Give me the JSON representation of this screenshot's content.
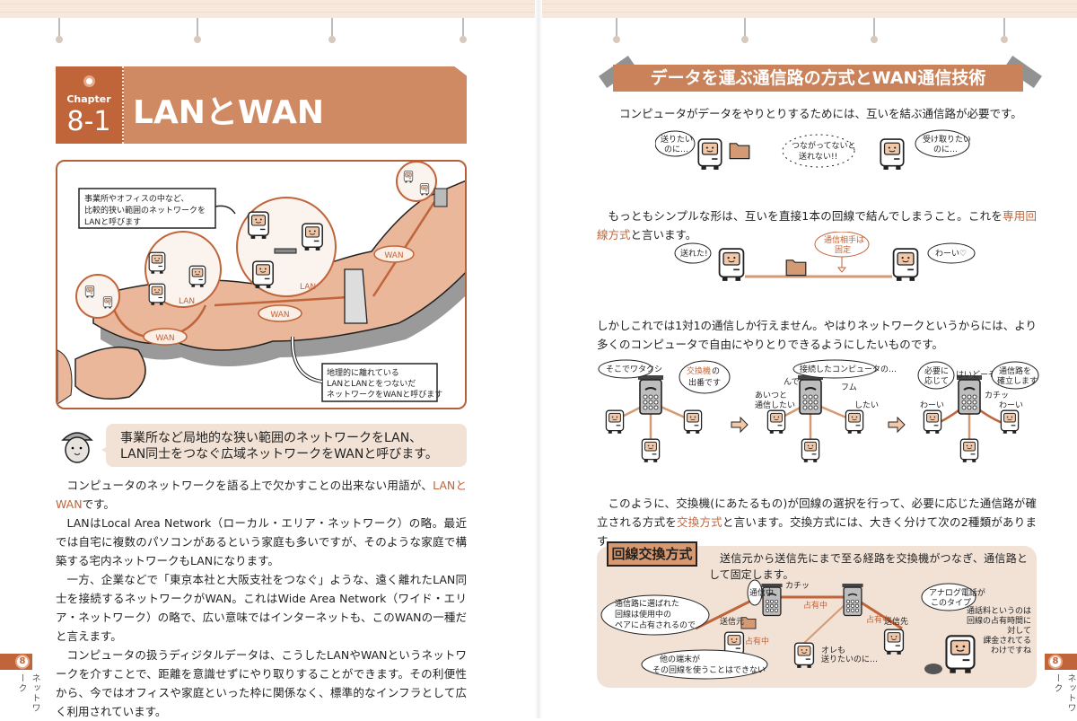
{
  "left_page": {
    "chapter_label": "Chapter",
    "chapter_number": "8-1",
    "title": "LANとWAN",
    "illustration": {
      "callout_lan": [
        "事業所やオフィスの中など、",
        "比較的狭い範囲のネットワークを",
        "LANと呼びます"
      ],
      "callout_wan": [
        "地理的に離れている",
        "LANとLANとをつないだ",
        "ネットワークをWANと呼びます"
      ],
      "lan_label": "LAN",
      "wan_label": "WAN"
    },
    "note": {
      "line1": "事業所など局地的な狭い範囲のネットワークをLAN、",
      "line2": "LAN同士をつなぐ広域ネットワークをWANと呼びます。"
    },
    "body": {
      "p1_pre": "コンピュータのネットワークを語る上で欠かすことの出来ない用語が、",
      "p1_lan": "LAN",
      "p1_to": "と",
      "p1_wan": "WAN",
      "p1_post": "です。",
      "p2": "LANはLocal Area Network（ローカル・エリア・ネットワーク）の略。最近では自宅に複数のパソコンがあるという家庭も多いですが、そのような家庭で構築する宅内ネットワークもLANになります。",
      "p3": "一方、企業などで「東京本社と大阪支社をつなぐ」ような、遠く離れたLAN同士を接続するネットワークがWAN。これはWide Area Network（ワイド・エリア・ネットワーク）の略で、広い意味ではインターネットも、このWANの一種だと言えます。",
      "p4": "コンピュータの扱うディジタルデータは、こうしたLANやWANというネットワークを介すことで、距離を意識せずにやり取りすることができます。その利便性から、今ではオフィスや家庭といった枠に関係なく、標準的なインフラとして広く利用されています。"
    },
    "side_tab": {
      "number": "8",
      "label": "ネットワーク"
    }
  },
  "right_page": {
    "section_title": "データを運ぶ通信路の方式とWAN通信技術",
    "p1": "コンピュータがデータをやりとりするためには、互いを結ぶ通信路が必要です。",
    "fig1": {
      "left": [
        "送りたい",
        "のに…"
      ],
      "mid": [
        "つながってないと",
        "送れない!!"
      ],
      "right": [
        "受け取りたい",
        "のに…"
      ]
    },
    "p2_pre": "もっともシンプルな形は、互いを直接1本の回線で結んでしまうこと。これを",
    "p2_hl": "専用回線方式",
    "p2_post": "と言います。",
    "fig2": {
      "left": "送れた!",
      "mid": [
        "通信相手は",
        "固定"
      ],
      "right": "わーい♡"
    },
    "p3": "しかしこれでは1対1の通信しか行えません。やはりネットワークというからには、より多くのコンピュータで自由にやりとりできるようにしたいものです。",
    "fig3": {
      "a1": "そこでワタクシ",
      "a2_hl": "交換機",
      "a2": "の",
      "a3": "出番です",
      "b1": "接続したコンピュータの…",
      "b2": "んで",
      "b3": "フム",
      "b4": [
        "あいつと",
        "通信したい"
      ],
      "b5": "したい",
      "c1": [
        "必要に",
        "応じて"
      ],
      "c2": "はいどーぞ",
      "c3": [
        "通信路を",
        "確立します"
      ],
      "c4": "カチッ",
      "c5": "わーい",
      "c6": "わーい"
    },
    "p4_pre": "このように、交換機(にあたるもの)が回線の選択を行って、必要に応じた通信路が確立される方式を",
    "p4_hl": "交換方式",
    "p4_post": "と言います。交換方式には、大きく分けて次の2種類があります。",
    "circuit": {
      "label": "回線交換方式",
      "desc": "送信元から送信先にまで至る経路を交換機がつなぎ、通信路として固定します。",
      "fig": {
        "bubble1": [
          "通信路に選ばれた",
          "回線は使用中の",
          "ペアに占有されるので"
        ],
        "bubble2": [
          "他の端末が",
          "その回線を使うことはできない"
        ],
        "busy": "通信中",
        "sender": "送信元",
        "receiver": "送信先",
        "occupied": "占有中",
        "click": "カチッ",
        "me_too": [
          "オレも",
          "送りたいのに…"
        ],
        "phone_bubble": [
          "アナログ電話が",
          "このタイプ"
        ],
        "phone_note": [
          "通話料というのは",
          "回線の占有時間に",
          "対して",
          "課金されてる",
          "わけですね"
        ]
      }
    },
    "side_tab": {
      "number": "8",
      "label": "ネットワーク"
    }
  },
  "colors": {
    "accent": "#c0643a",
    "header": "#cf8a63",
    "panel": "#f2e2d6"
  }
}
